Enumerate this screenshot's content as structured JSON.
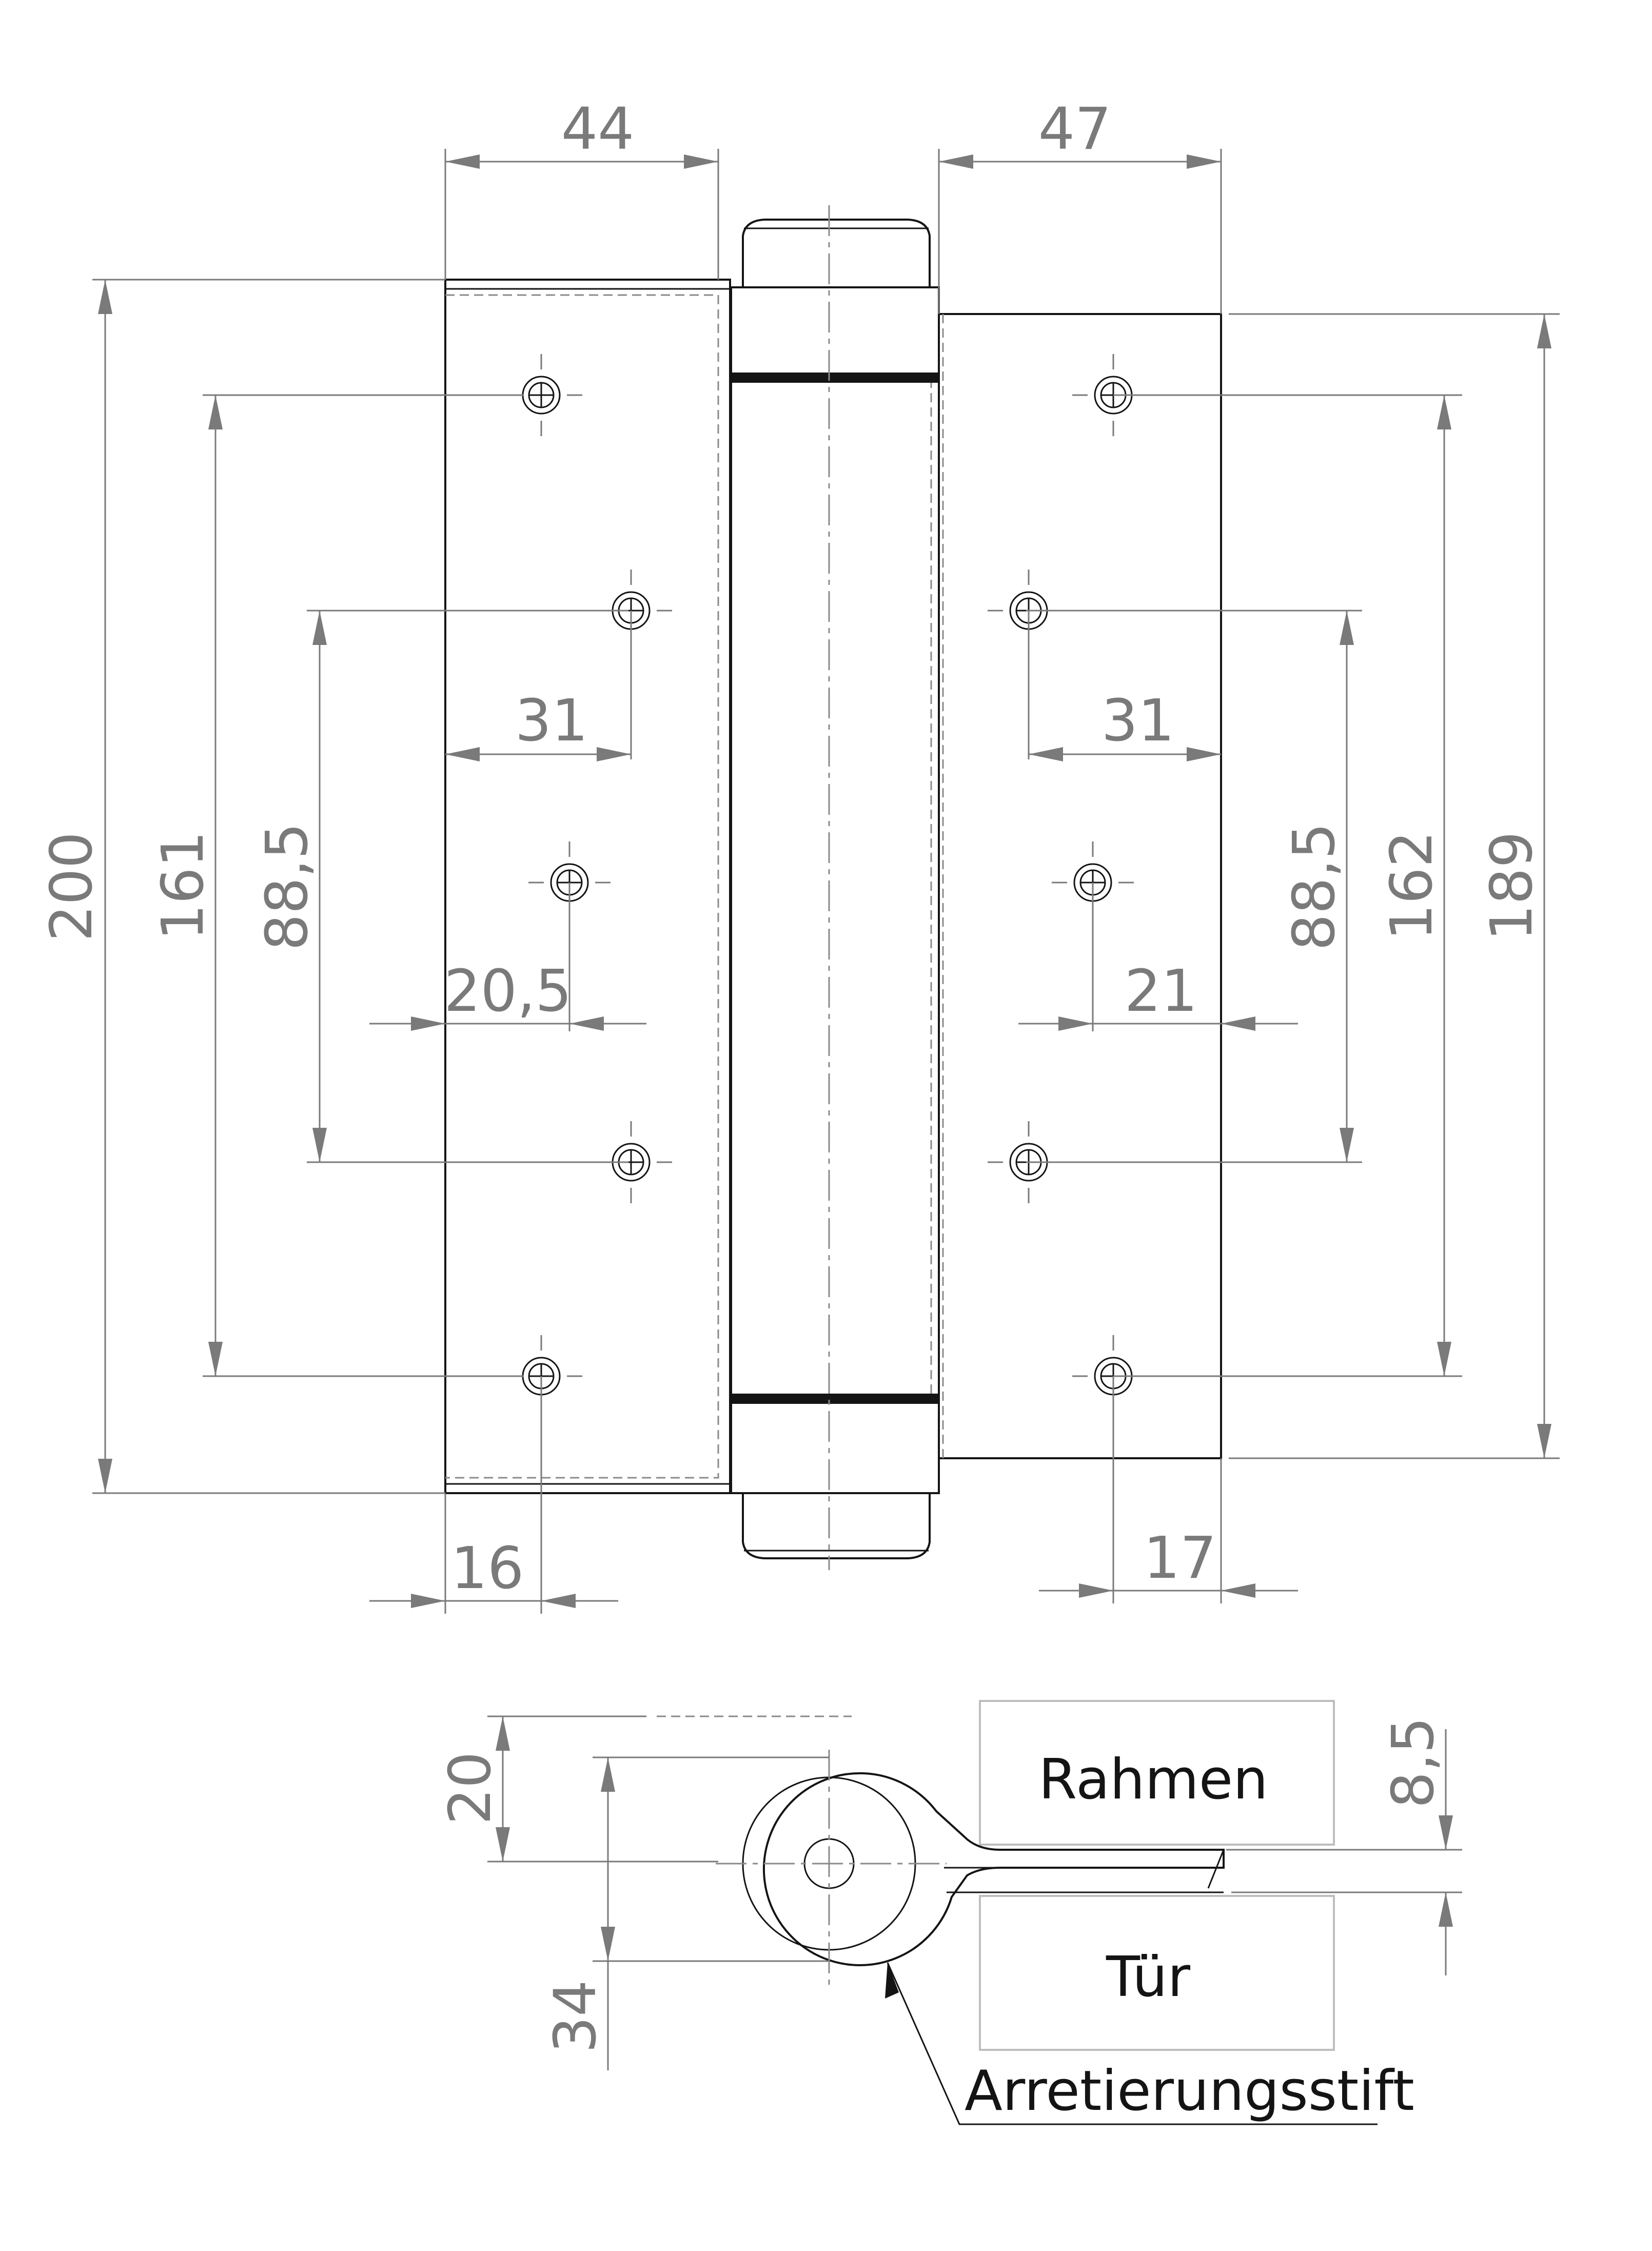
{
  "dimensions": {
    "left_leaf_width": "44",
    "right_leaf_width": "47",
    "overall_height": "200",
    "left_outer_hole_spacing": "161",
    "left_inner_hole_spacing": "88,5",
    "left_inner_hole_inset": "31",
    "left_center_hole_inset": "20,5",
    "left_outer_hole_inset": "16",
    "right_inner_hole_inset": "31",
    "right_center_hole_inset": "21",
    "right_outer_hole_inset": "17",
    "right_inner_hole_spacing": "88,5",
    "right_outer_hole_spacing": "162",
    "right_leaf_height": "189",
    "knuckle_radius": "20",
    "knuckle_to_door": "34",
    "frame_gap": "8,5"
  },
  "labels": {
    "frame": "Rahmen",
    "door": "Tür",
    "locking_pin": "Arretierungsstift"
  },
  "colors": {
    "object_line": "#141414",
    "dimension_line": "#7a7a7a",
    "hidden_line": "#8a8a8a",
    "reference_box": "#bdbdbd"
  }
}
